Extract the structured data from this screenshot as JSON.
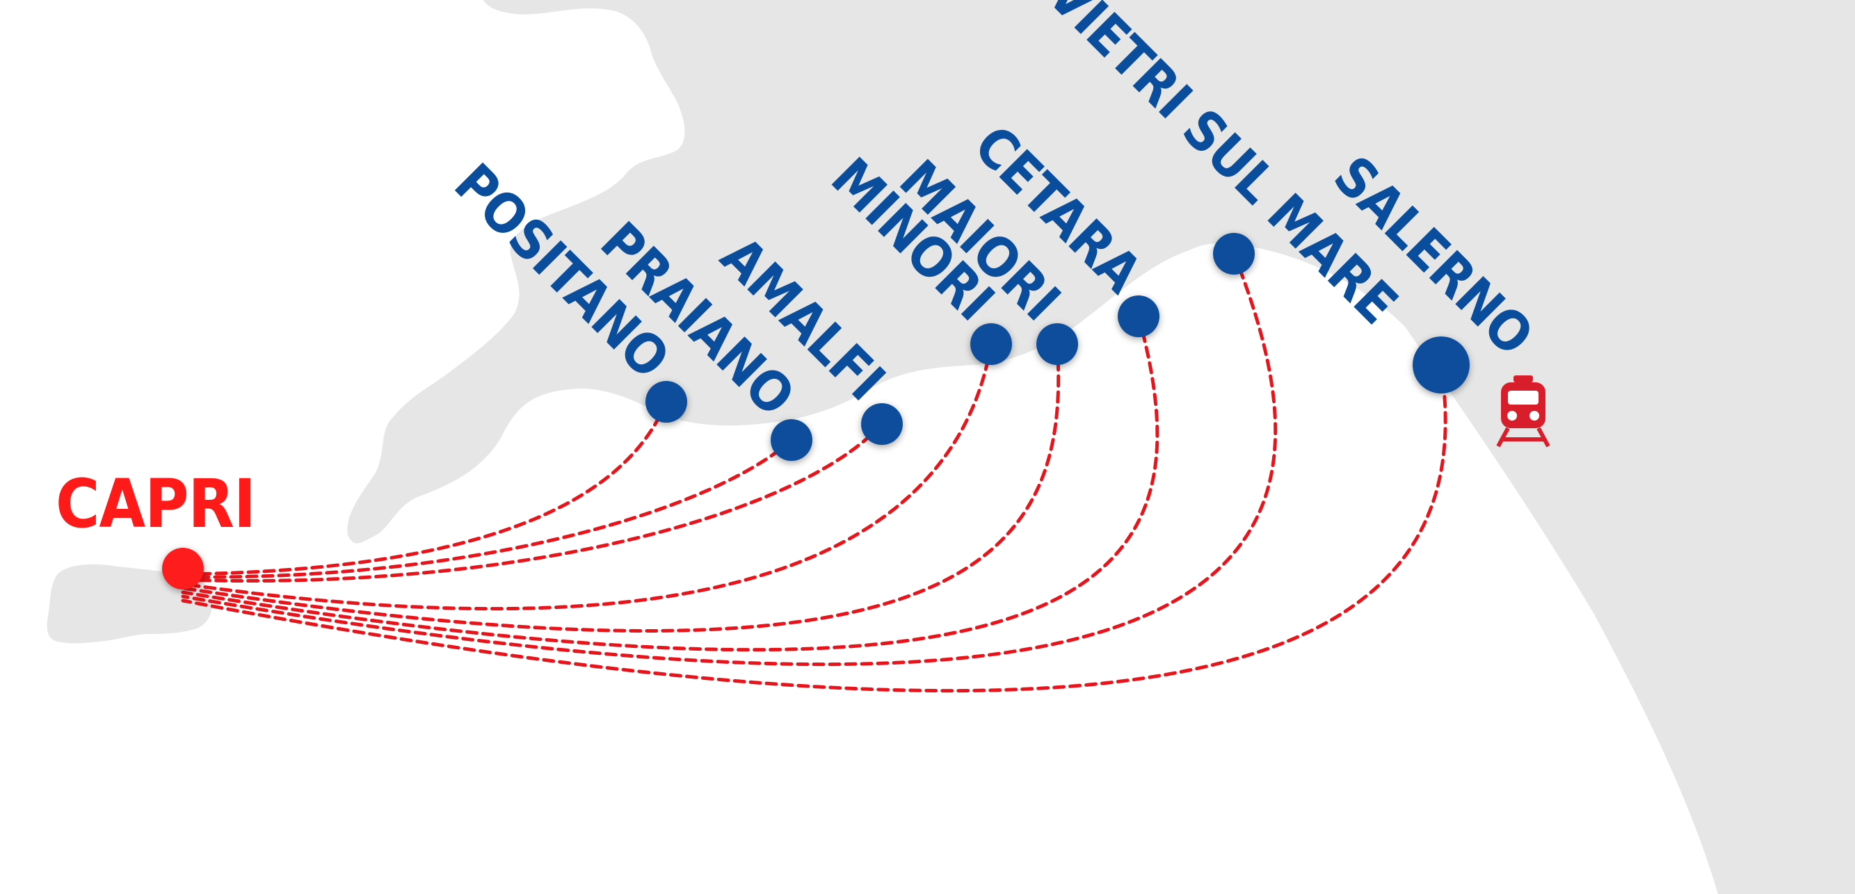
{
  "colors": {
    "land": "#e6e6e7",
    "sea": "#ffffff",
    "origin": "#ff1a1a",
    "route": "#e8141b",
    "stop": "#0a4d9c",
    "label": "#0a4d9c",
    "train": "#d81e2a"
  },
  "origin": {
    "name": "CAPRI"
  },
  "destinations": [
    {
      "id": "positano",
      "name": "POSITANO"
    },
    {
      "id": "praiano",
      "name": "PRAIANO"
    },
    {
      "id": "amalfi",
      "name": "AMALFI"
    },
    {
      "id": "minori",
      "name": "MINORI"
    },
    {
      "id": "maiori",
      "name": "MAIORI"
    },
    {
      "id": "cetara",
      "name": "CETARA"
    },
    {
      "id": "vietri",
      "name": "VIETRI SUL MARE"
    },
    {
      "id": "salerno",
      "name": "SALERNO"
    }
  ],
  "icons": {
    "train": "train-icon"
  }
}
